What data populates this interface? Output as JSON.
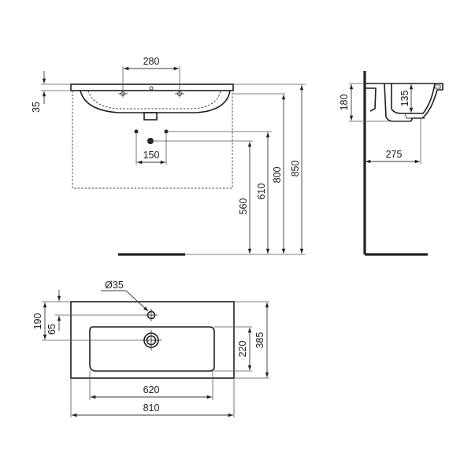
{
  "drawing": {
    "title": "Washbasin technical drawing",
    "units": "mm",
    "front_view": {
      "dimensions": {
        "tap_hole_spacing": "280",
        "rim_height": "35",
        "waste_spacing": "150",
        "waste_height": "560",
        "supply_height": "610",
        "rim_top_height": "800",
        "overall_height": "850"
      }
    },
    "side_view": {
      "dimensions": {
        "overall_depth_height": "180",
        "bowl_depth": "135",
        "projection": "275"
      }
    },
    "top_view": {
      "dimensions": {
        "tap_hole_diameter": "Ø35",
        "tap_hole_offset": "190",
        "bowl_offset": "65",
        "bowl_depth": "220",
        "overall_depth": "385",
        "bowl_width": "620",
        "overall_width": "810"
      }
    },
    "colors": {
      "line": "#1e1e1e",
      "background": "#ffffff"
    }
  }
}
